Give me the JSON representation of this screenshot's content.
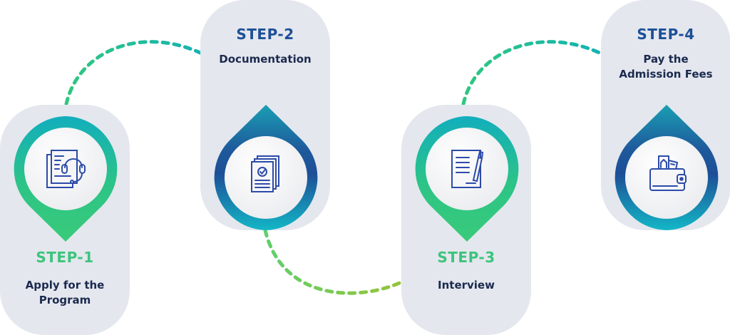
{
  "title": "Admission Process Steps",
  "steps": [
    {
      "label": "STEP-1",
      "description": [
        "Apply for the",
        "Program"
      ],
      "icon": "application-headset-icon",
      "accent": "#3cc47c",
      "pin_direction": "down"
    },
    {
      "label": "STEP-2",
      "description": [
        "Documentation"
      ],
      "icon": "documents-check-icon",
      "accent": "#1d4f97",
      "pin_direction": "up"
    },
    {
      "label": "STEP-3",
      "description": [
        "Interview"
      ],
      "icon": "document-pen-icon",
      "accent": "#3cc47c",
      "pin_direction": "down"
    },
    {
      "label": "STEP-4",
      "description": [
        "Pay the",
        "Admission Fees"
      ],
      "icon": "wallet-money-icon",
      "accent": "#1d4f97",
      "pin_direction": "up"
    }
  ],
  "colors": {
    "card_bg": "#e4e7ee",
    "green_accent": "#3cc47c",
    "blue_accent": "#1d4f97",
    "teal": "#14b3b3",
    "icon_stroke": "#2d4ba8",
    "text_dark": "#1b2a4e",
    "connector_teal": "#1fbf9d",
    "connector_lime": "#7cc545"
  }
}
